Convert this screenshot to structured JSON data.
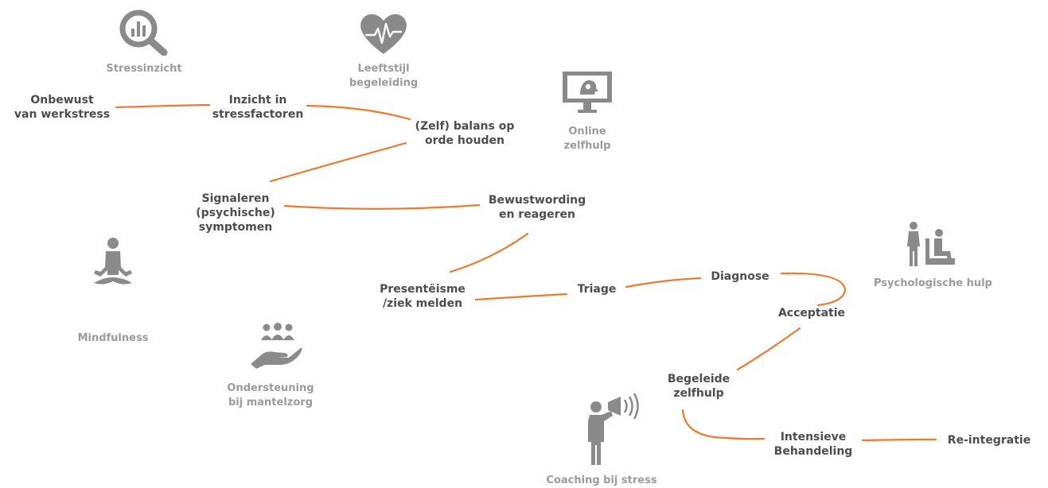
{
  "colors": {
    "path": "#ee7a2f",
    "stage_text": "#4d4d4d",
    "service_text": "#9b9b9b",
    "icon": "#8a8a8a"
  },
  "stages": {
    "onbewust": [
      "Onbewust",
      "van werkstress"
    ],
    "inzicht": [
      "Inzicht in",
      "stressfactoren"
    ],
    "balans": [
      "(Zelf) balans op",
      "orde houden"
    ],
    "signaleren": [
      "Signaleren",
      "(psychische)",
      "symptomen"
    ],
    "bewustwording": [
      "Bewustwording",
      "en reageren"
    ],
    "presenteisme": [
      "Presentëisme",
      "/ziek melden"
    ],
    "triage": [
      "Triage"
    ],
    "diagnose": [
      "Diagnose"
    ],
    "acceptatie": [
      "Acceptatie"
    ],
    "begeleide": [
      "Begeleide",
      "zelfhulp"
    ],
    "intensieve": [
      "Intensieve",
      "Behandeling"
    ],
    "reintegratie": [
      "Re-integratie"
    ]
  },
  "services": {
    "stressinzicht": {
      "label": [
        "Stressinzicht"
      ],
      "icon": "magnifier-chart-icon"
    },
    "leefstijl": {
      "label": [
        "Leeftstijl",
        "begeleiding"
      ],
      "icon": "heart-pulse-icon"
    },
    "online": {
      "label": [
        "Online",
        "zelfhulp"
      ],
      "icon": "monitor-head-icon"
    },
    "psychologische": {
      "label": [
        "Psychologische hulp"
      ],
      "icon": "therapist-patient-icon"
    },
    "mindfulness": {
      "label": [
        "Mindfulness"
      ],
      "icon": "meditation-icon"
    },
    "ondersteuning": {
      "label": [
        "Ondersteuning",
        "bij mantelzorg"
      ],
      "icon": "hand-people-icon"
    },
    "coaching": {
      "label": [
        "Coaching bij stress"
      ],
      "icon": "megaphone-person-icon"
    }
  }
}
